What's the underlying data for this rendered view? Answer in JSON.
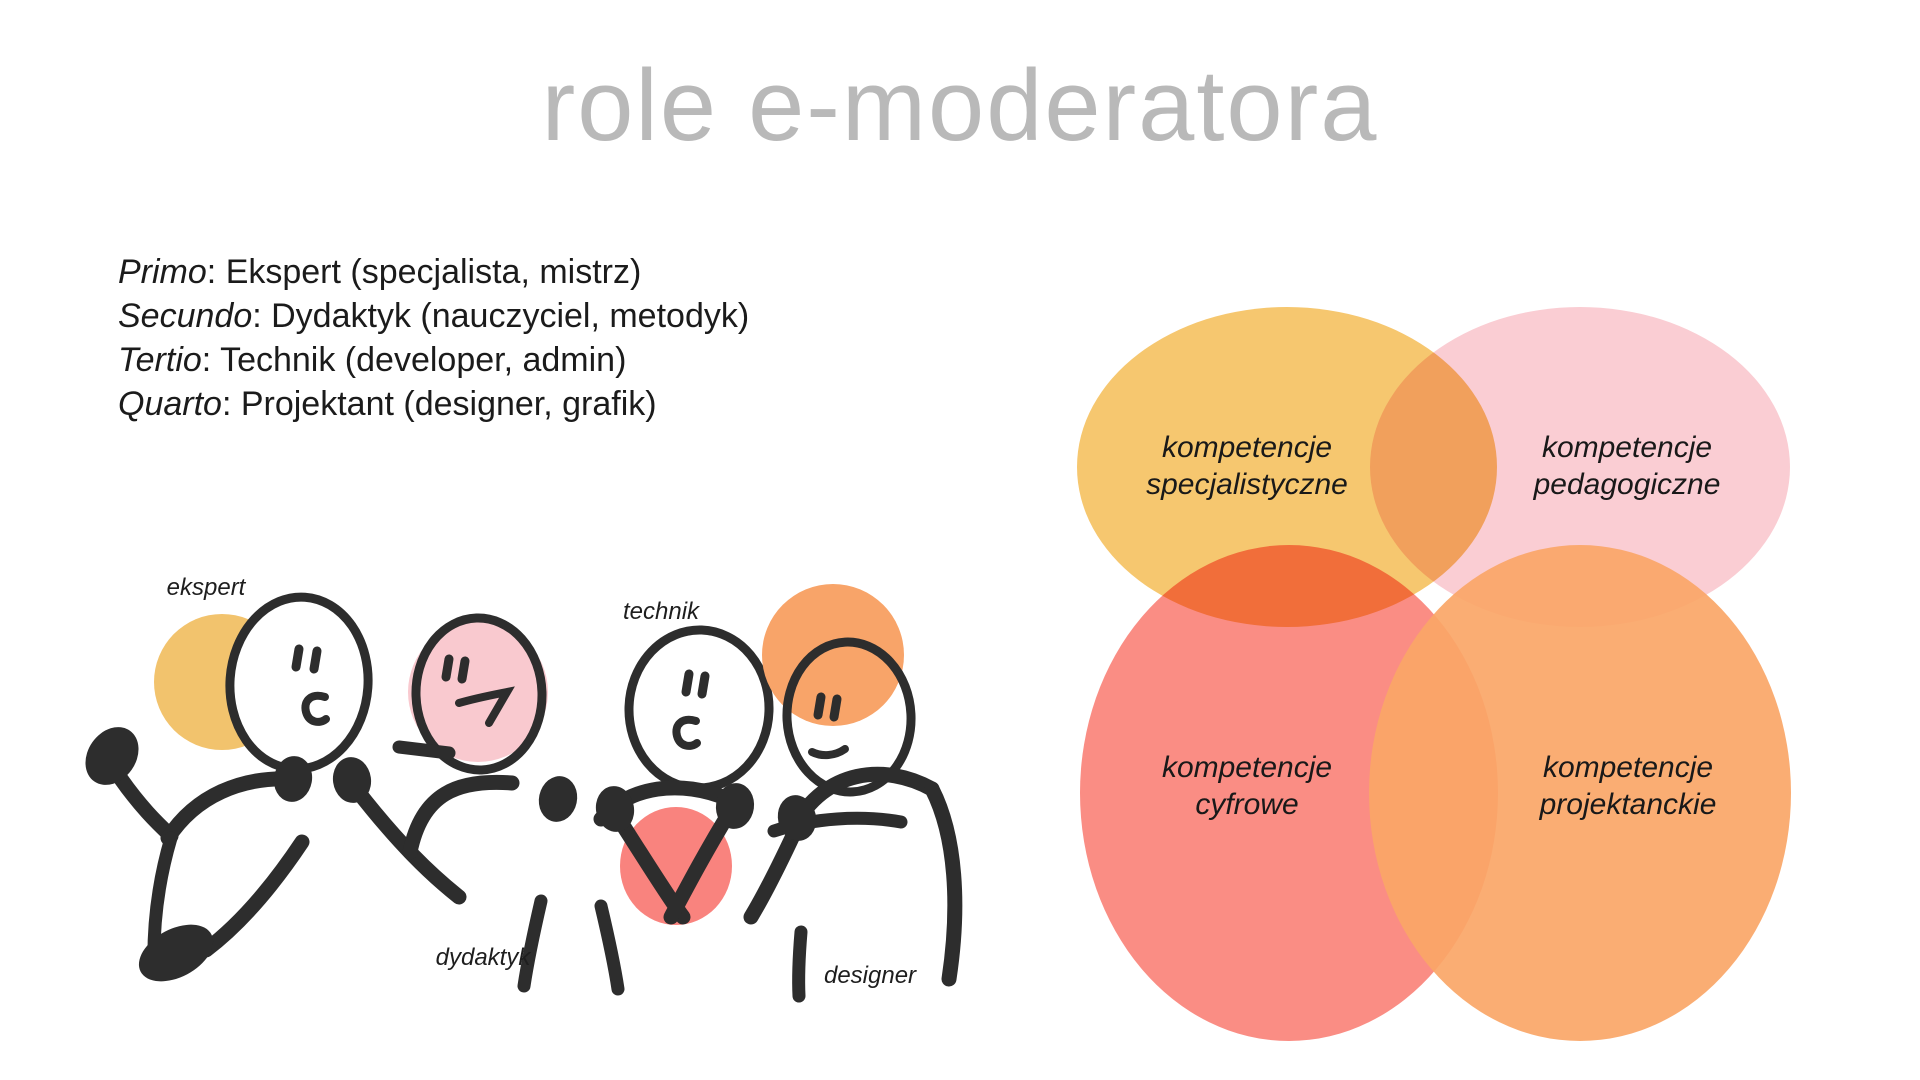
{
  "title": "role e-moderatora",
  "roles": [
    {
      "lead": "Primo",
      "rest": ": Ekspert (specjalista, mistrz)"
    },
    {
      "lead": "Secundo",
      "rest": ": Dydaktyk (nauczyciel, metodyk)"
    },
    {
      "lead": "Tertio",
      "rest": ": Technik (developer, admin)"
    },
    {
      "lead": "Quarto",
      "rest": ": Projektant (designer, grafik)"
    }
  ],
  "sketch": {
    "labels": {
      "ekspert": "ekspert",
      "technik": "technik",
      "dydaktyk": "dydaktyk",
      "designer": "designer"
    },
    "accents": {
      "yellow": "#F2C36D",
      "pink": "#F9C9CF",
      "orange": "#F8A469",
      "red": "#F9837E"
    },
    "stroke_color": "#2d2d2d"
  },
  "venn": {
    "circles": [
      {
        "name": "specjalistyczne",
        "color": "#F6C76F",
        "line1": "kompetencje",
        "line2": "specjalistyczne"
      },
      {
        "name": "pedagogiczne",
        "color": "#FACDD3",
        "line1": "kompetencje",
        "line2": "pedagogiczne"
      },
      {
        "name": "cyfrowe",
        "color": "#FA8D84",
        "line1": "kompetencje",
        "line2": "cyfrowe"
      },
      {
        "name": "projektanckie",
        "color": "#FAA667",
        "line1": "kompetencje",
        "line2": "projektanckie"
      }
    ]
  },
  "style": {
    "title_color": "#b9b9b9",
    "text_color": "#1b1b1b",
    "background": "#ffffff"
  }
}
